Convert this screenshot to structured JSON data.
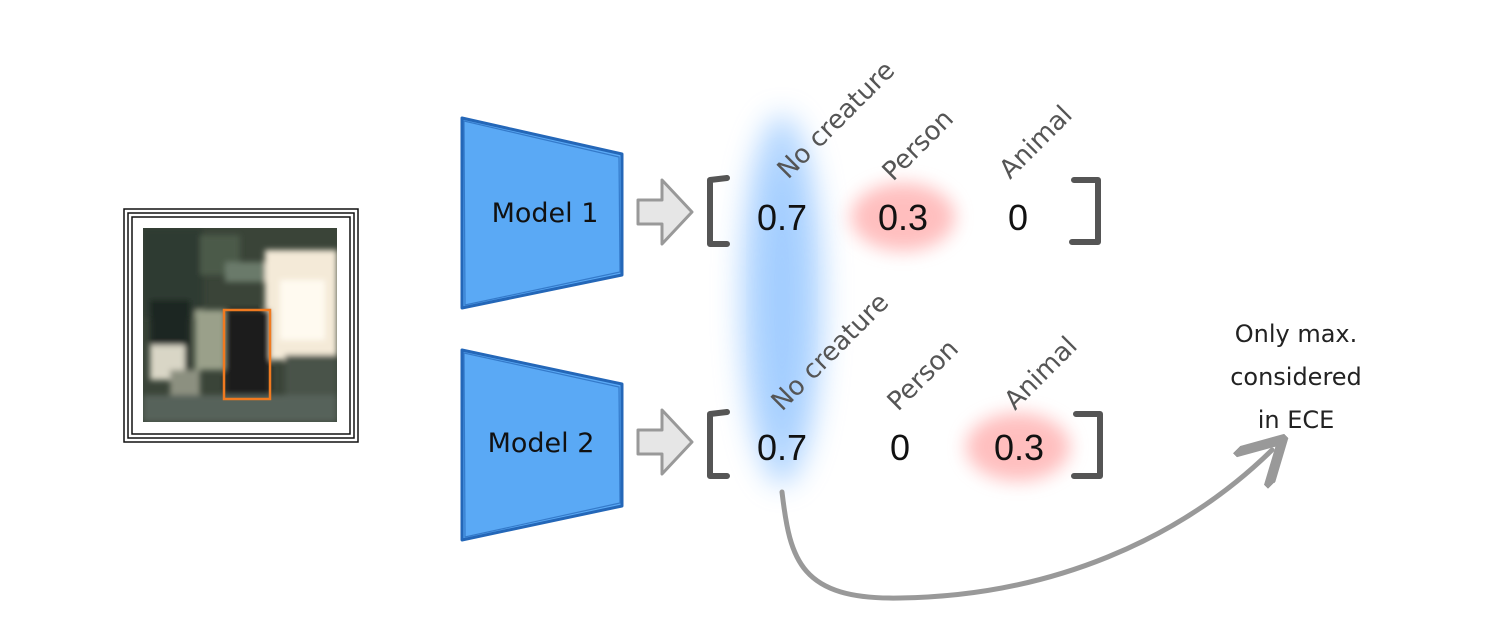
{
  "models": [
    {
      "label": "Model 1",
      "class_labels": [
        "No creature",
        "Person",
        "Animal"
      ],
      "probabilities": [
        "0.7",
        "0.3",
        "0"
      ],
      "highlighted_index": 1
    },
    {
      "label": "Model 2",
      "class_labels": [
        "No creature",
        "Person",
        "Animal"
      ],
      "probabilities": [
        "0.7",
        "0",
        "0.3"
      ],
      "highlighted_index": 2
    }
  ],
  "note": {
    "lines": [
      "Only max.",
      "considered",
      "in ECE"
    ]
  },
  "colors": {
    "model_fill": "#5aa9f5",
    "model_stroke": "#2467b8",
    "max_highlight": "#7ab8ff",
    "second_highlight": "#ff8a8a",
    "bracket": "#555555",
    "arrow": "#999999",
    "bbox": "#f07a20"
  },
  "icons": {
    "input_image": "night-scene-thumbnail",
    "bbox": "orange-bounding-box"
  }
}
